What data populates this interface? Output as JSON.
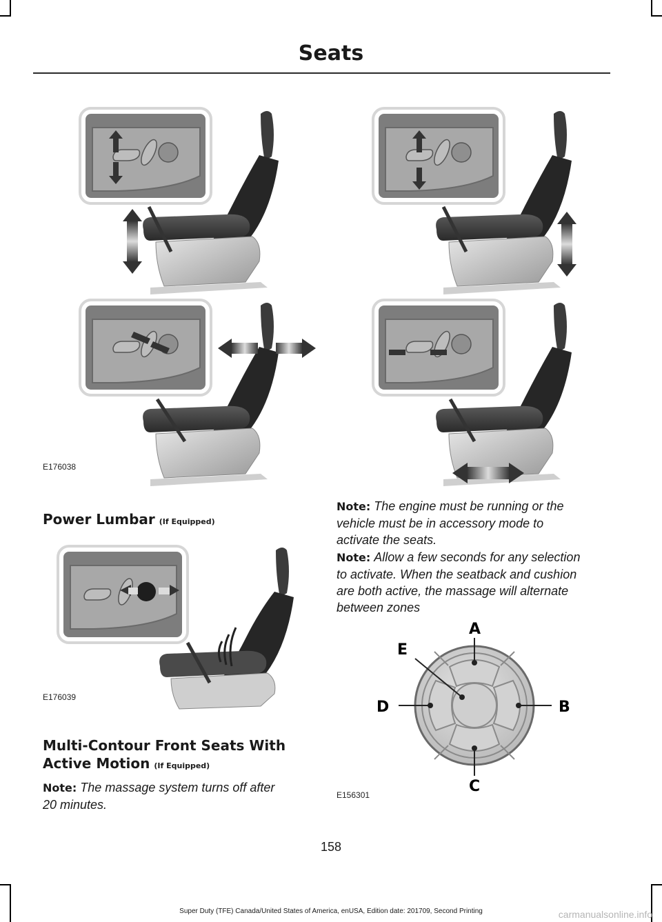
{
  "header": {
    "title": "Seats"
  },
  "figures": {
    "seat_adjust": {
      "id": "E176038"
    },
    "power_lumbar": {
      "id": "E176039"
    },
    "massage_dial": {
      "id": "E156301",
      "labels": {
        "a": "A",
        "b": "B",
        "c": "C",
        "d": "D",
        "e": "E"
      }
    }
  },
  "sections": {
    "power_lumbar": {
      "title": "Power Lumbar",
      "qualifier": "(If Equipped)"
    },
    "multi_contour": {
      "title_line1": "Multi-Contour Front Seats With",
      "title_line2": "Active Motion",
      "qualifier": "(If Equipped)",
      "note_lead": "Note:",
      "note_line1": "The massage system turns off after",
      "note_line2": "20 minutes."
    }
  },
  "notes": {
    "engine": {
      "lead": "Note:",
      "line1": "The engine must be running or the",
      "line2": "vehicle must be in accessory mode to",
      "line3": "activate the seats."
    },
    "selection": {
      "lead": "Note:",
      "line1": "Allow a few seconds for any selection",
      "line2": "to activate. When the seatback and cushion",
      "line3": "are both active, the massage will alternate",
      "line4": "between zones"
    }
  },
  "footer": {
    "page_number": "158",
    "edition": "Super Duty (TFE) Canada/United States of America, enUSA, Edition date: 201709, Second Printing",
    "watermark": "carmanualsonline.info"
  }
}
